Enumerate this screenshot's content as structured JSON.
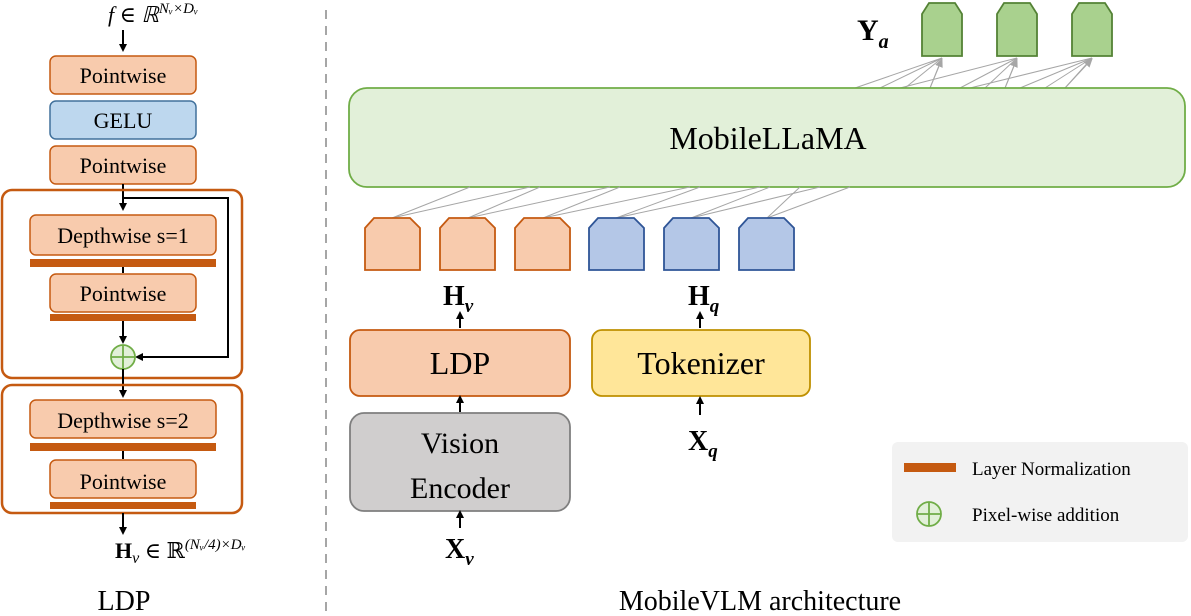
{
  "ldp_panel": {
    "input_label": "f ∈ ℝ",
    "input_sup": "Nᵥ×Dᵥ",
    "block_pointwise_1": "Pointwise",
    "block_gelu": "GELU",
    "block_pointwise_2": "Pointwise",
    "stage1": {
      "depthwise": "Depthwise s=1",
      "pointwise": "Pointwise"
    },
    "stage2": {
      "depthwise": "Depthwise s=2",
      "pointwise": "Pointwise"
    },
    "output_label_main": "H",
    "output_label_sub": "v",
    "output_label_rest": " ∈ ℝ",
    "output_sup": "(Nᵥ/4)×Dᵥ",
    "caption": "LDP"
  },
  "arch_panel": {
    "llm_label": "MobileLLaMA",
    "output_label": "Y",
    "output_sub": "a",
    "vision_token_label": "H",
    "vision_token_sub": "v",
    "text_token_label": "H",
    "text_token_sub": "q",
    "ldp_label": "LDP",
    "tokenizer_label": "Tokenizer",
    "encoder_line1": "Vision",
    "encoder_line2": "Encoder",
    "image_input_label": "X",
    "image_input_sub": "v",
    "text_input_label": "X",
    "text_input_sub": "q",
    "caption": "MobileVLM architecture"
  },
  "legend": {
    "layer_norm": "Layer Normalization",
    "pixel_add": "Pixel-wise addition"
  },
  "colors": {
    "orange_fill": "#f8cbad",
    "orange_stroke": "#c55a11",
    "blue_fill": "#bdd7ee",
    "blue_stroke": "#41719c",
    "green_fill": "#e2f0d9",
    "green_stroke": "#70ad47",
    "token_green": "#a9d18e",
    "gray_fill": "#d0cece",
    "yellow_fill": "#ffe699",
    "norm_bar": "#c55a11"
  }
}
